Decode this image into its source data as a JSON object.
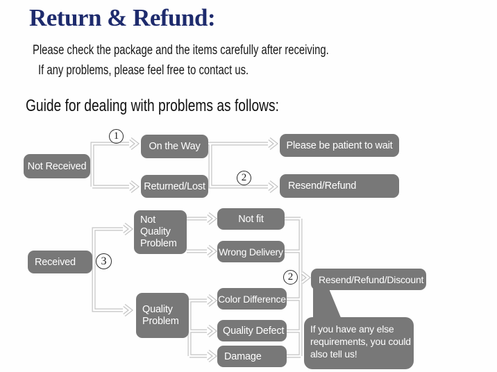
{
  "title": {
    "text": "Return & Refund:",
    "color": "#1e2b6d"
  },
  "intro": {
    "line1": "Please check the package and the items carefully after receiving.",
    "line2": "If any problems, please feel free to contact us."
  },
  "guide_heading": "Guide for dealing with problems as follows:",
  "colors": {
    "node_bg": "#787878",
    "node_text": "#ffffff",
    "connector": "#c3c3c3",
    "title": "#1e2b6d"
  },
  "flowchart": {
    "nodes": {
      "not_received": "Not Received",
      "on_the_way": "On the Way",
      "returned_lost": "Returned/Lost",
      "please_wait": "Please be patient to wait",
      "resend_refund": "Resend/Refund",
      "received": "Received",
      "not_quality_problem_lines": [
        "Not",
        "Quality",
        "Problem"
      ],
      "quality_problem_lines": [
        "Quality",
        "Problem"
      ],
      "not_fit": "Not fit",
      "wrong_delivery": "Wrong Delivery",
      "color_difference": "Color Difference",
      "quality_defect": "Quality Defect",
      "damage": "Damage",
      "resend_refund_discount": "Resend/Refund/Discount"
    },
    "badges": {
      "step1": "1",
      "step2_top": "2",
      "step3": "3",
      "step2_bottom": "2"
    },
    "callout_lines": [
      "If you have any else",
      "requirements, you could",
      "also tell us!"
    ]
  }
}
